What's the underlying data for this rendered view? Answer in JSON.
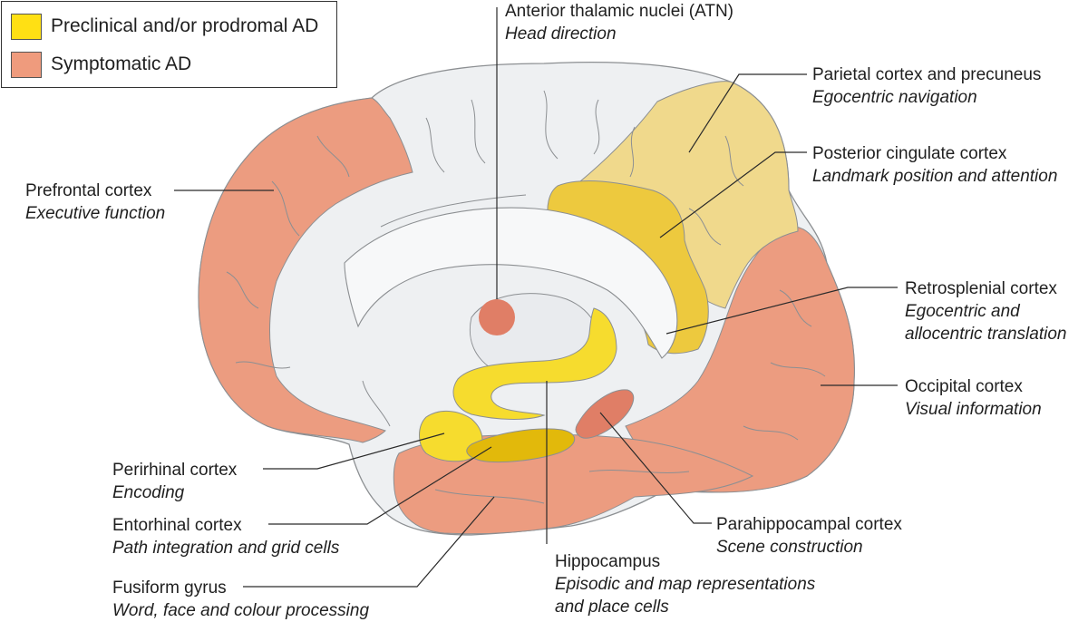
{
  "legend": [
    {
      "label": "Preclinical and/or prodromal AD",
      "color": "#ffe014"
    },
    {
      "label": "Symptomatic AD",
      "color": "#ef9b7d"
    }
  ],
  "colors": {
    "brain": "#eef0f2",
    "outline": "#8c8f92",
    "preclinical_strong": "#f6dc2e",
    "preclinical_mid": "#edc93e",
    "preclinical_light": "#f0d98c",
    "symptomatic": "#ec9c80",
    "symptomatic_dark": "#e07e66",
    "leader": "#2a2a2a"
  },
  "labels": {
    "atn": {
      "title": "Anterior thalamic nuclei (ATN)",
      "sub": "Head direction"
    },
    "parietal": {
      "title": "Parietal cortex and precuneus",
      "sub": "Egocentric navigation"
    },
    "posterior_cingulate": {
      "title": "Posterior cingulate cortex",
      "sub": "Landmark position and attention"
    },
    "prefrontal": {
      "title": "Prefrontal cortex",
      "sub": "Executive function"
    },
    "retrosplenial": {
      "title": "Retrosplenial cortex",
      "sub1": "Egocentric and",
      "sub2": "allocentric translation"
    },
    "occipital": {
      "title": "Occipital cortex",
      "sub": "Visual information"
    },
    "perirhinal": {
      "title": "Perirhinal cortex",
      "sub": "Encoding"
    },
    "entorhinal": {
      "title": "Entorhinal cortex",
      "sub": "Path integration and grid cells"
    },
    "fusiform": {
      "title": "Fusiform gyrus",
      "sub": "Word, face and colour processing"
    },
    "parahippocampal": {
      "title": "Parahippocampal cortex",
      "sub": "Scene construction"
    },
    "hippocampus": {
      "title": "Hippocampus",
      "sub1": "Episodic and map representations",
      "sub2": "and place cells"
    }
  }
}
